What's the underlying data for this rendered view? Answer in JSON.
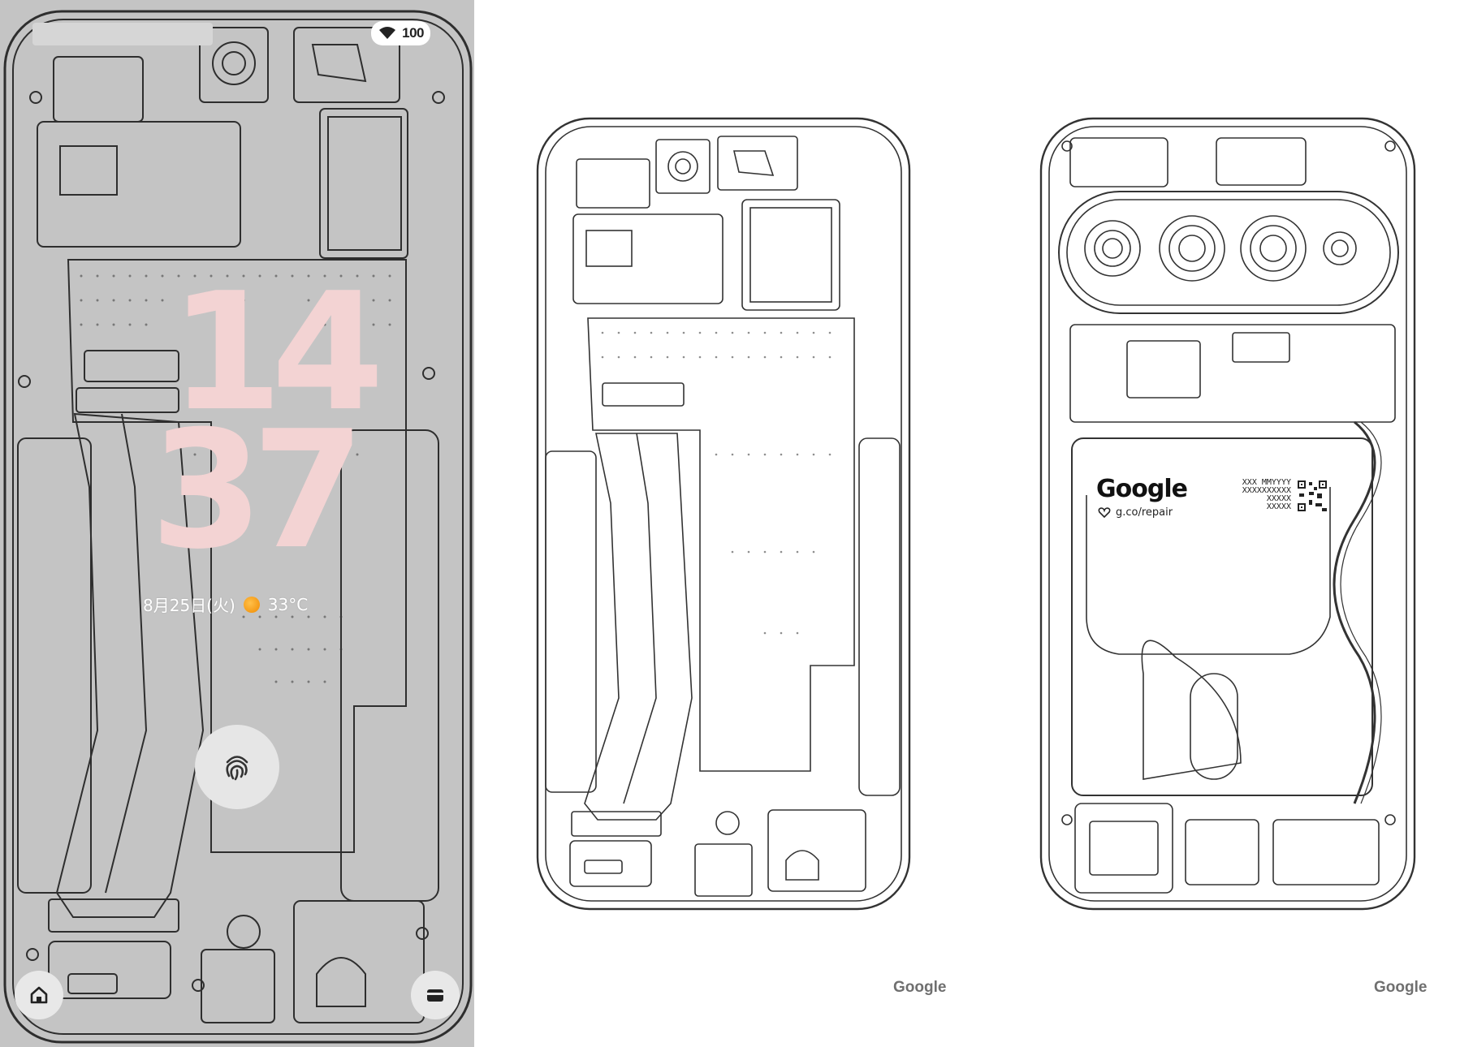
{
  "lock_screen": {
    "status_bar": {
      "wifi_icon": "wifi-icon",
      "battery_level": "100"
    },
    "clock": {
      "hour": "14",
      "minute": "37",
      "color": "#f3d3d3"
    },
    "date_weather": {
      "date": "8月25日(火)",
      "weather_icon": "sun-icon",
      "temperature": "33°C"
    },
    "fingerprint_icon": "fingerprint-icon",
    "shortcuts": {
      "left_icon": "home-icon",
      "right_icon": "wallet-icon"
    },
    "background_color": "#c4c4c4"
  },
  "previews": {
    "front": {
      "brand": "Google"
    },
    "back": {
      "brand": "Google",
      "battery_label": {
        "logo_text": "Google",
        "repair_url": "g.co/repair",
        "serial_lines": [
          "XXX MMYYYY",
          "XXXXXXXXXX",
          "XXXXX",
          "XXXXX"
        ]
      }
    }
  }
}
